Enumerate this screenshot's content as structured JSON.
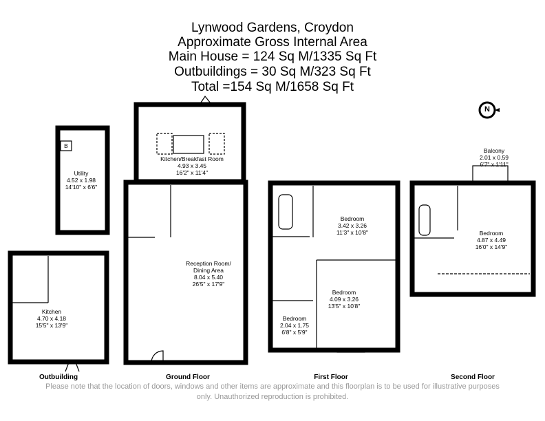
{
  "header": {
    "address": "Lynwood Gardens, Croydon",
    "subtitle": "Approximate Gross Internal Area",
    "main_house": "Main House = 124 Sq M/1335 Sq Ft",
    "outbuildings": "Outbuildings = 30 Sq M/323 Sq Ft",
    "total": "Total =154 Sq M/1658 Sq Ft"
  },
  "compass": "N",
  "rooms": {
    "utility": {
      "name": "Utility",
      "metric": "4.52 x 1.98",
      "imperial": "14'10\" x 6'6\"",
      "boiler": "B"
    },
    "out_kitchen": {
      "name": "Kitchen",
      "metric": "4.70 x 4.18",
      "imperial": "15'5\" x 13'9\""
    },
    "kitchen_breakfast": {
      "name": "Kitchen/Breakfast Room",
      "metric": "4.93 x 3.45",
      "imperial": "16'2\" x 11'4\""
    },
    "reception": {
      "name": "Reception Room/",
      "name2": "Dining Area",
      "metric": "8.04 x 5.40",
      "imperial": "26'5\" x 17'9\""
    },
    "bedroom1": {
      "name": "Bedroom",
      "metric": "3.42 x 3.26",
      "imperial": "11'3\" x 10'8\""
    },
    "bedroom2": {
      "name": "Bedroom",
      "metric": "4.09 x 3.26",
      "imperial": "13'5\" x 10'8\""
    },
    "bedroom3": {
      "name": "Bedroom",
      "metric": "2.04 x 1.75",
      "imperial": "6'8\" x 5'9\""
    },
    "balcony": {
      "name": "Balcony",
      "metric": "2.01 x 0.59",
      "imperial": "6'7\" x 1'11\""
    },
    "bedroom4": {
      "name": "Bedroom",
      "metric": "4.87 x 4.49",
      "imperial": "16'0\" x 14'9\""
    }
  },
  "floors": [
    "Outbuilding",
    "Ground Floor",
    "First Floor",
    "Second Floor"
  ],
  "disclaimer": "Please note that the location of doors, windows and other items are approximate and this floorplan is to be used for illustrative purposes only. Unauthorized reproduction is prohibited."
}
